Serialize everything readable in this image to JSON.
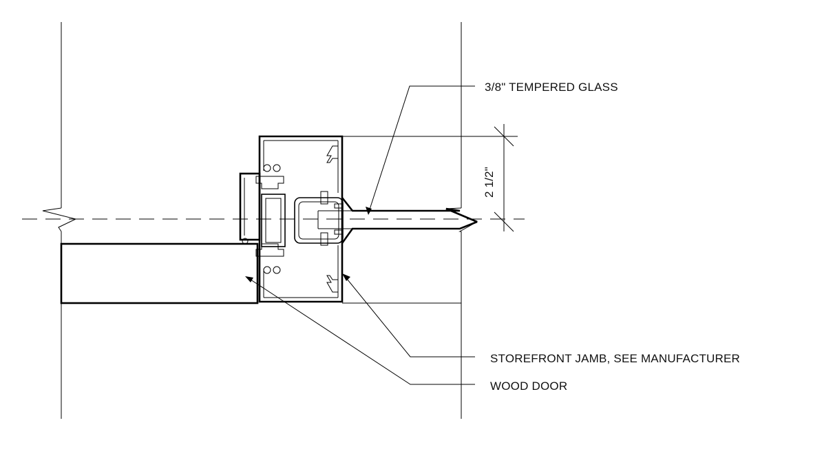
{
  "labels": {
    "glass": "3/8\" TEMPERED GLASS",
    "jamb": "STOREFRONT JAMB, SEE MANUFACTURER",
    "door": "WOOD DOOR",
    "dimension": "2 1/2\""
  }
}
